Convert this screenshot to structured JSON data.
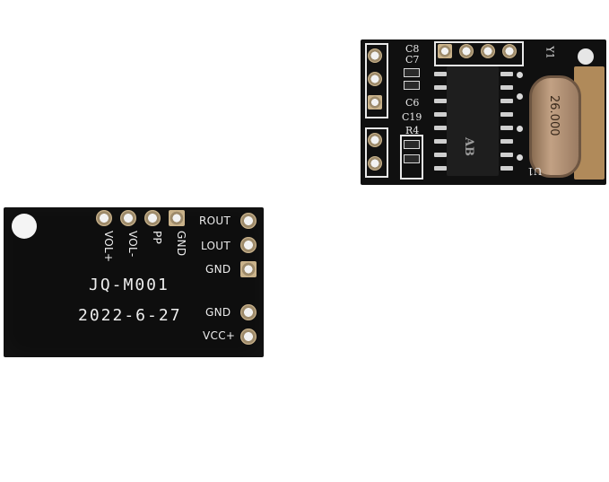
{
  "back_board": {
    "pin_labels_top": [
      "VOL+",
      "VOL-",
      "PP",
      "GND"
    ],
    "pin_labels_right": [
      "ROUT",
      "LOUT",
      "GND",
      "GND",
      "VCC+"
    ],
    "model": "JQ-M001",
    "date": "2022-6-27"
  },
  "front_board": {
    "component_labels": [
      "C8",
      "C7",
      "C6",
      "C19",
      "R4",
      "U1",
      "Y1"
    ],
    "crystal_marking": "26.000",
    "chip_logo": "AB"
  }
}
